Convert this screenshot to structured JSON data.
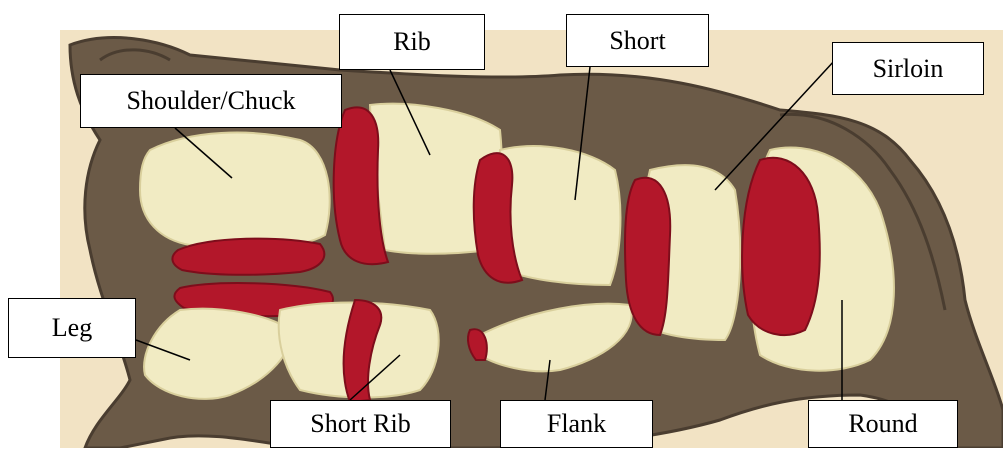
{
  "colors": {
    "background": "#ffffff",
    "carcass": "#6b5a47",
    "carcass_dark": "#4a3d30",
    "backdrop_tan": "#f2e3c4",
    "fat": "#f1ebc3",
    "fat_shadow": "#d9cf9c",
    "meat": "#b3172a",
    "meat_dark": "#7d0d1b",
    "label_border": "#000000"
  },
  "labels": {
    "rib": "Rib",
    "short": "Short",
    "sirloin": "Sirloin",
    "shoulder": "Shoulder/Chuck",
    "leg": "Leg",
    "short_rib": "Short Rib",
    "flank": "Flank",
    "round": "Round"
  }
}
